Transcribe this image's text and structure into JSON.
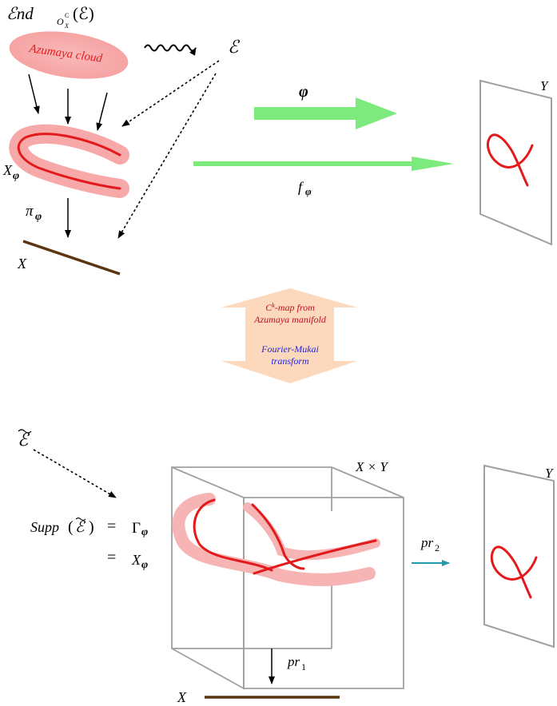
{
  "top": {
    "end_label": "ℰnd",
    "end_sub": "O",
    "end_subsub": "X",
    "end_sup": "C",
    "end_arg": "(ℰ)",
    "cloud_label": "Azumaya cloud",
    "sheaf_label": "ℰ",
    "x_phi_label": "X",
    "phi_sub": "φ",
    "pi_label": "π",
    "phi_label": "φ",
    "f_label": "f",
    "x_label": "X",
    "y_label": "Y"
  },
  "middle": {
    "line1_a": "C",
    "line1_sup": "k",
    "line1_b": "-map from",
    "line2": "Azumaya manifold",
    "line3": "Fourier-Mukai",
    "line4": "transform"
  },
  "bottom": {
    "tilde_sheaf": "ℰ",
    "supp_label": "Supp",
    "eq1": "=",
    "gamma_label": "Γ",
    "eq2": "=",
    "x_phi_label": "X",
    "product_label": "X × Y",
    "pr2_label": "pr",
    "pr2_sub": "2",
    "pr1_label": "pr",
    "pr1_sub": "1",
    "x_label": "X",
    "y_label": "Y"
  },
  "colors": {
    "red": "#e31a1c",
    "pink": "#f7a8a8",
    "green": "#7dea7d",
    "peach": "#fcd9bd",
    "dark_red_text": "#c0101a",
    "blue_text": "#2222dd",
    "teal": "#1e9aa8",
    "brown": "#5a3510",
    "gray": "#a0a0a0"
  }
}
